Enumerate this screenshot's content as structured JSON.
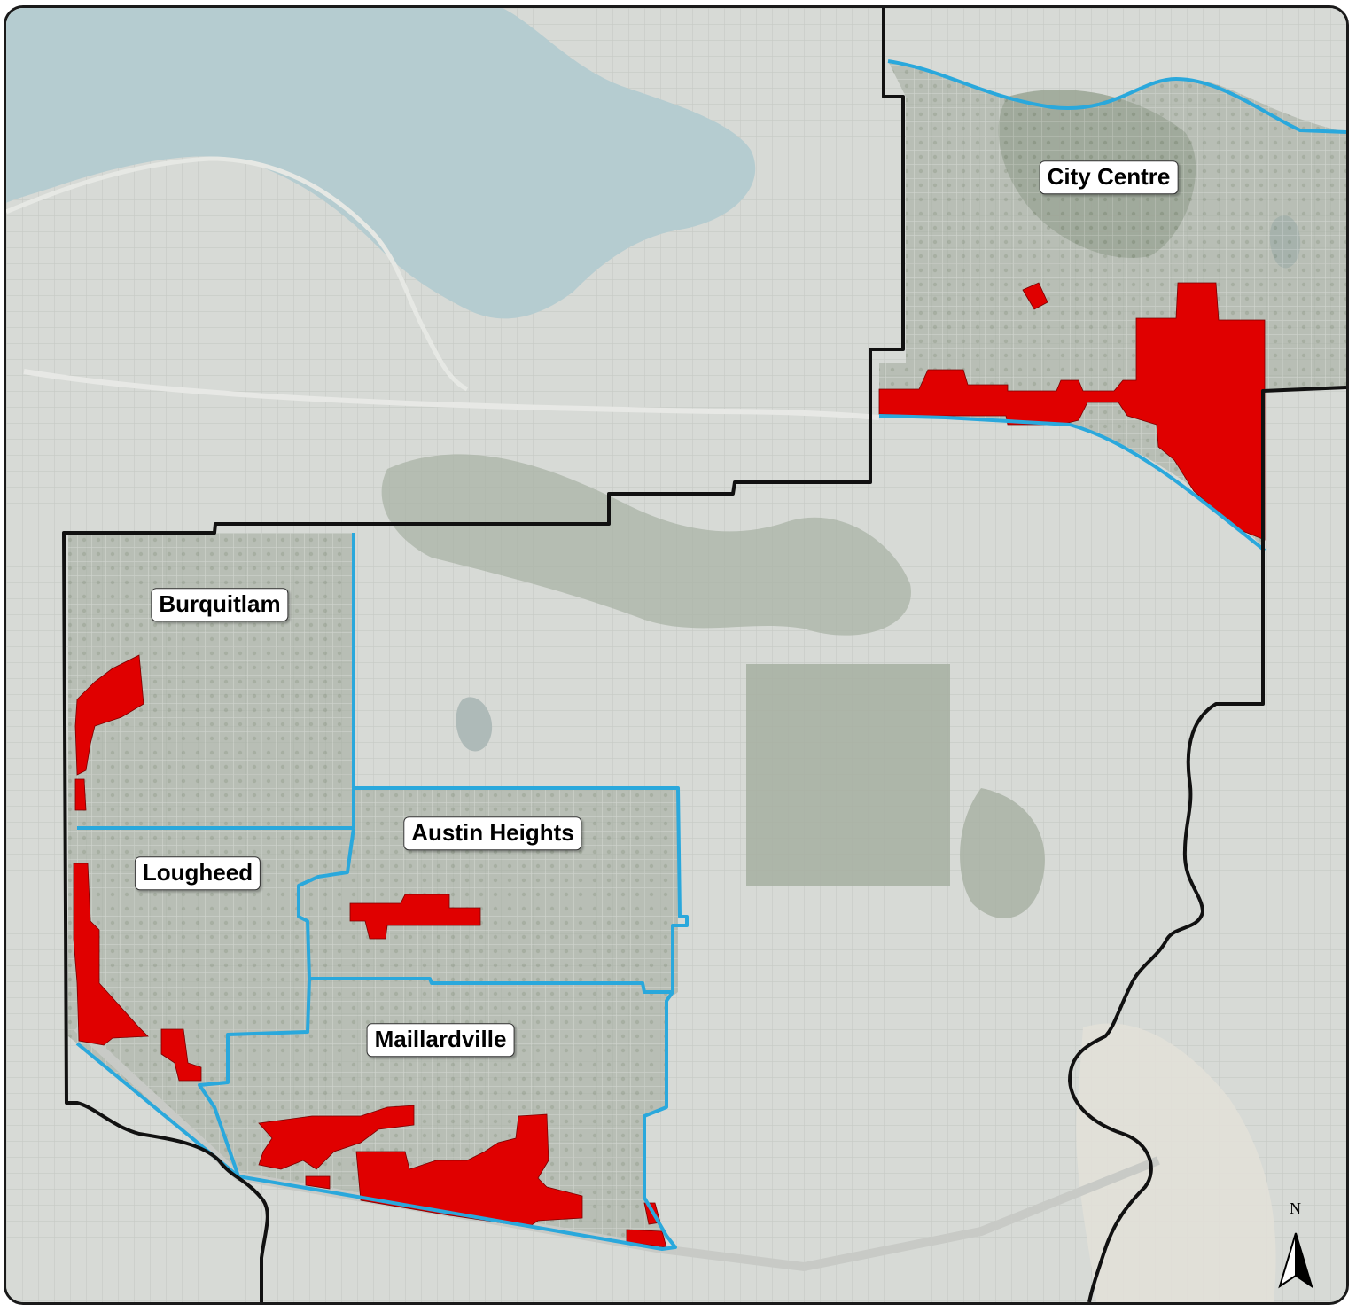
{
  "map": {
    "areas": [
      {
        "key": "city-centre",
        "label": "City Centre"
      },
      {
        "key": "burquitlam",
        "label": "Burquitlam"
      },
      {
        "key": "lougheed",
        "label": "Lougheed"
      },
      {
        "key": "austin-heights",
        "label": "Austin Heights"
      },
      {
        "key": "maillardville",
        "label": "Maillardville"
      }
    ],
    "north_arrow_label": "N",
    "colors": {
      "city_boundary": "#111111",
      "neighbourhood_boundary": "#2aa8dc",
      "highlighted_parcels": "#e00000",
      "water": "#b5ccd0",
      "forest": "#a9b2a4",
      "urban": "#d7dad6"
    }
  }
}
